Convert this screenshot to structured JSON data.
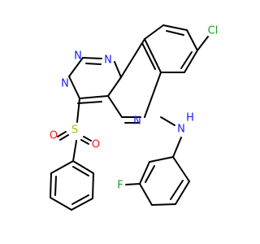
{
  "molecule": {
    "atoms": {
      "cl": {
        "text": "Cl",
        "color": "#1fa01f"
      },
      "f": {
        "text": "F",
        "color": "#1fa01f"
      },
      "n_bridge": {
        "text": "N",
        "color": "#1a1aff"
      },
      "n_a": {
        "text": "N",
        "color": "#1a1aff"
      },
      "n_b": {
        "text": "N",
        "color": "#1a1aff"
      },
      "n_ring": {
        "text": "N",
        "color": "#1a1aff"
      },
      "n_amine": {
        "text": "N",
        "color": "#1a1aff"
      },
      "h_amine": {
        "text": "H",
        "color": "#1a1aff"
      },
      "s": {
        "text": "S",
        "color": "#b8b800"
      },
      "o_1": {
        "text": "O",
        "color": "#ff1a1a"
      },
      "o_2": {
        "text": "O",
        "color": "#ff1a1a"
      }
    },
    "bond_color": "#000000",
    "background": "#ffffff"
  }
}
